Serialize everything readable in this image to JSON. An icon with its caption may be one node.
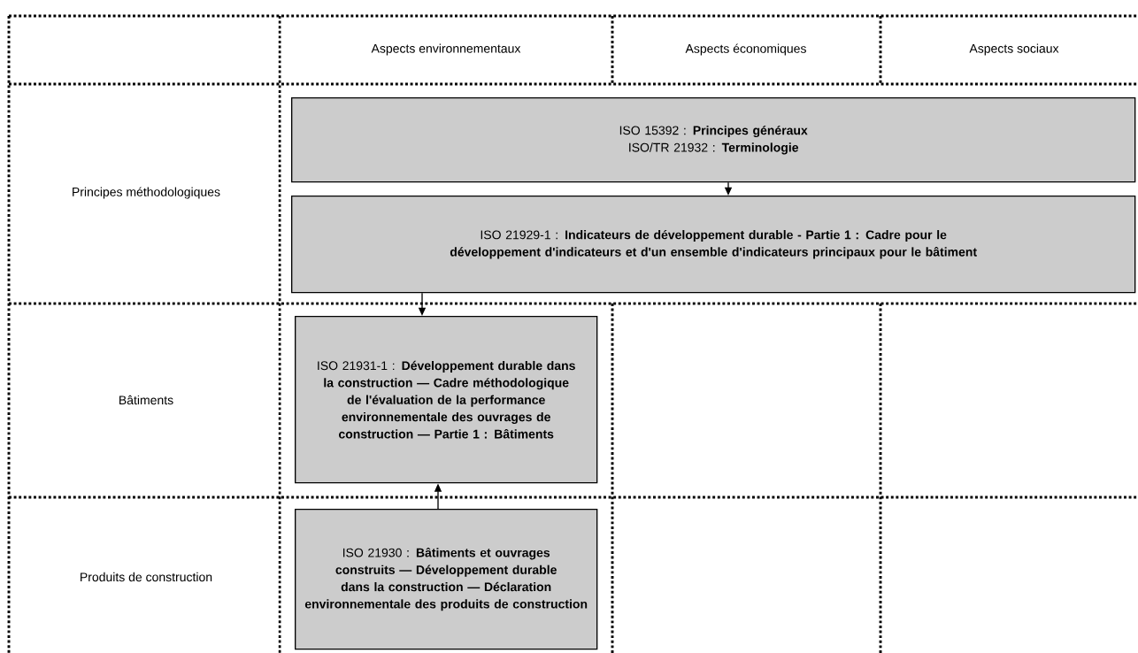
{
  "diagram": {
    "nodes": [
      {
        "text": [
          "ISO 15392 : **Principes généraux**",
          "ISO/TR 21932 : **Terminologie**"
        ]
      },
      {
        "text": [
          "ISO 21929-1 : **Indicateurs de développement durable - Partie 1 : Cadre pour le développement d'indicateurs et d'un ensemble d'indicateurs principaux pour le bâtiment**"
        ]
      },
      {
        "text": [
          "ISO 21931-1 : **Développement durable dans la construction — Cadre méthodologique de l'évaluation de la performance environnementale des ouvrages de construction — Partie 1 : Bâtiments**"
        ]
      },
      {
        "text": [
          "ISO 21930 : **Bâtiments et ouvrages construits — Développement durable dans la construction — Déclaration environnementale des produits de construction**"
        ]
      }
    ],
    "edges": [
      {
        "from": 0,
        "to": 1,
        "arrow": "to"
      },
      {
        "from": 1,
        "to": 2,
        "arrow": "to"
      },
      {
        "from": 3,
        "to": 2,
        "arrow": "to"
      }
    ],
    "labels": [
      "Aspects environnementaux",
      "Aspects économiques",
      "Aspects sociaux",
      "Principes méthodologiques",
      "Bâtiments",
      "Produits de construction"
    ]
  }
}
